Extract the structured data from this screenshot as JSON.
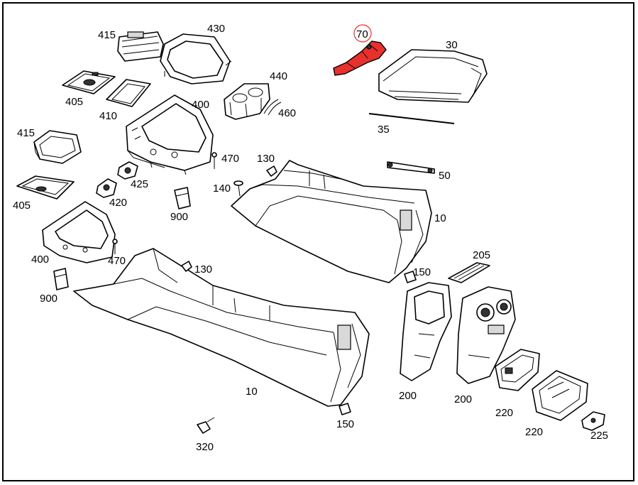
{
  "diagram": {
    "highlight_color": "#e8312c",
    "labels": {
      "l415a": "415",
      "l430": "430",
      "l405a": "405",
      "l410": "410",
      "l400a": "400",
      "l440": "440",
      "l460": "460",
      "l415b": "415",
      "l470a": "470",
      "l425": "425",
      "l420": "420",
      "l405b": "405",
      "l900a": "900",
      "l140": "140",
      "l130a": "130",
      "l50": "50",
      "l10a": "10",
      "l70": "70",
      "l30": "30",
      "l35": "35",
      "l400b": "400",
      "l470b": "470",
      "l900b": "900",
      "l130b": "130",
      "l150a": "150",
      "l205": "205",
      "l10b": "10",
      "l200a": "200",
      "l200b": "200",
      "l220a": "220",
      "l220b": "220",
      "l225": "225",
      "l150b": "150",
      "l320": "320"
    }
  }
}
